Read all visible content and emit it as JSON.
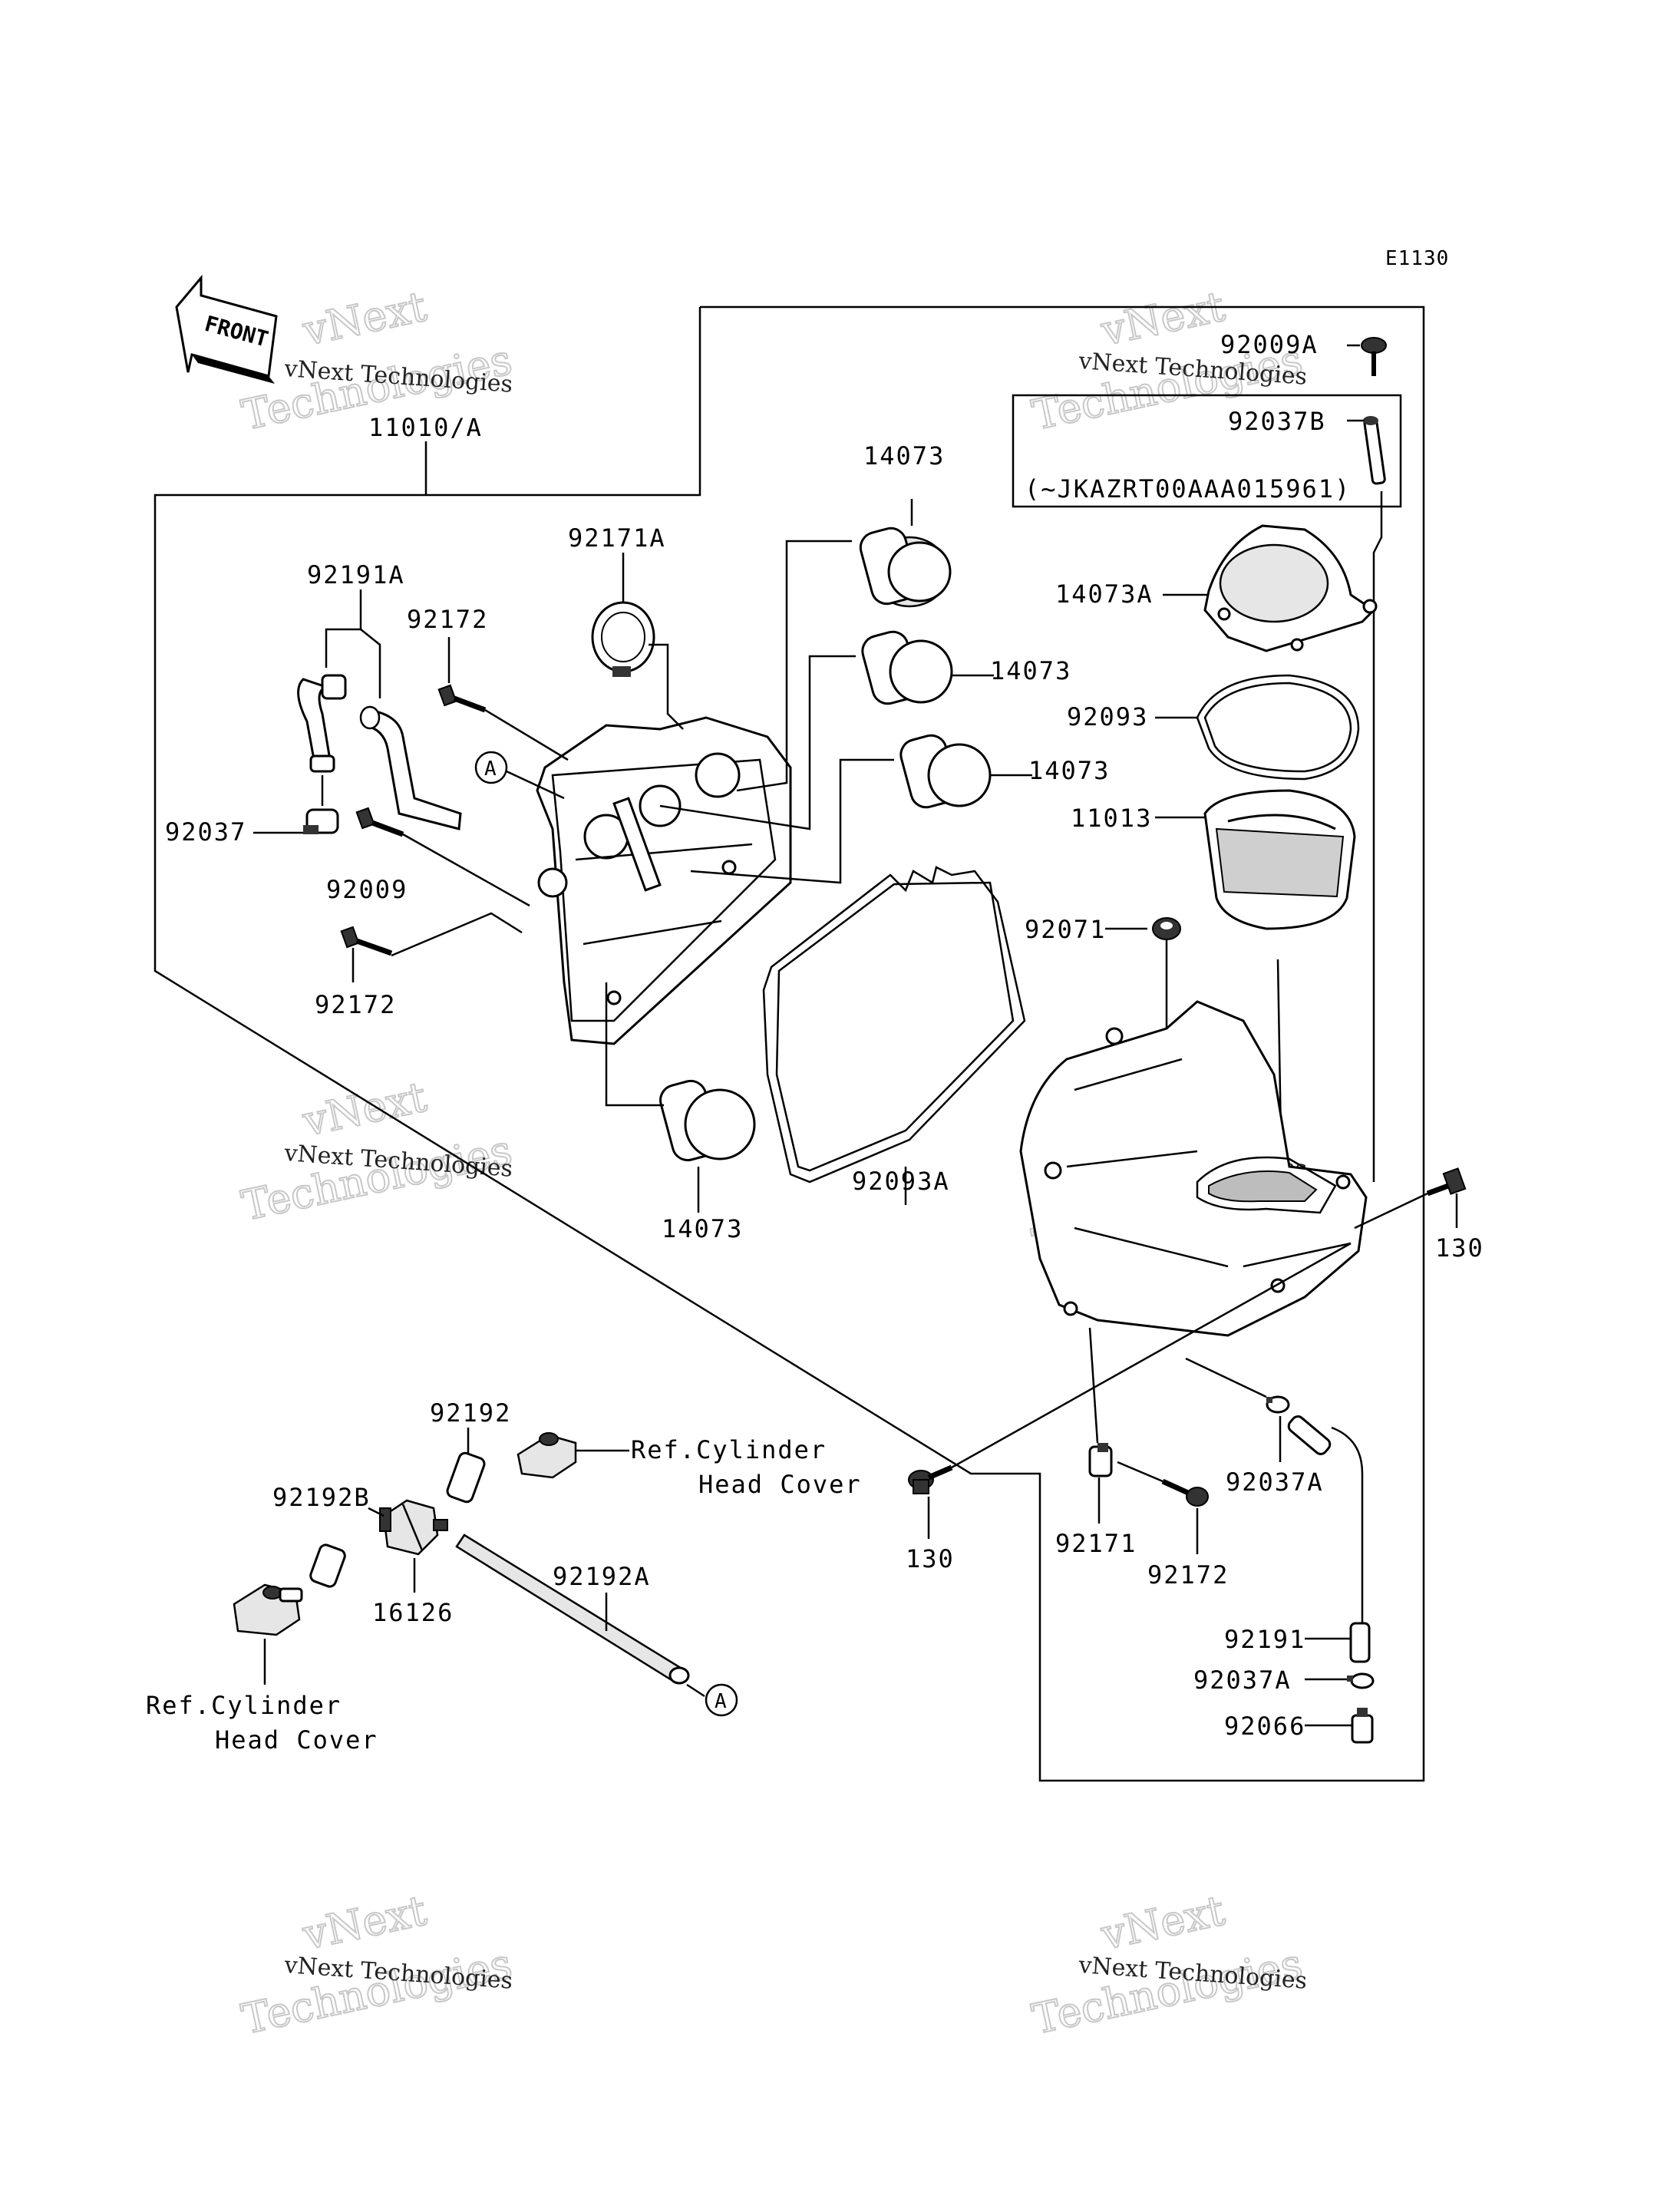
{
  "diagram_code": "E1130",
  "front_label": "FRONT",
  "callouts": {
    "c11010A": "11010/A",
    "c14073_top": "14073",
    "c92171A": "92171A",
    "c92191A": "92191A",
    "c92172_top": "92172",
    "c14073_mid1": "14073",
    "c14073_mid2": "14073",
    "c92037": "92037",
    "c92009": "92009",
    "c92172_mid": "92172",
    "c14073_bot": "14073",
    "c92093A": "92093A",
    "c92009A": "92009A",
    "c92037B": "92037B",
    "c14073A": "14073A",
    "c92093": "92093",
    "c11013": "11013",
    "c92071": "92071",
    "c130_right": "130",
    "c130_low": "130",
    "c92171": "92171",
    "c92172_low": "92172",
    "c92037A_1": "92037A",
    "c92191": "92191",
    "c92037A_2": "92037A",
    "c92066": "92066",
    "c92192": "92192",
    "c92192B": "92192B",
    "c16126": "16126",
    "c92192A": "92192A"
  },
  "serial_note": "(~JKAZRT00AAA015961)",
  "ref_cylinder_1": [
    "Ref.Cylinder",
    "Head Cover"
  ],
  "ref_cylinder_2": [
    "Ref.Cylinder",
    "Head Cover"
  ],
  "marker_letter": "A",
  "watermark": {
    "line1": "vNext Technologies",
    "line2": "vNext",
    "line3": "Technologies"
  }
}
